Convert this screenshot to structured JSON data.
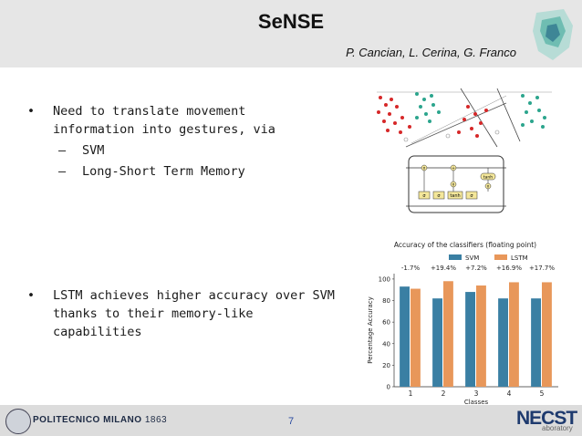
{
  "slide": {
    "title": "SeNSE",
    "authors": "P. Cancian, L. Cerina, G. Franco",
    "bullet1": "Need to translate movement information into gestures, via",
    "sub1": "SVM",
    "sub2": "Long-Short Term Memory",
    "bullet2": "LSTM achieves higher accuracy over SVM thanks to their memory-like capabilities",
    "page_number": "7"
  },
  "lstm_diagram": {
    "gates": [
      "σ",
      "σ",
      "tanh",
      "σ"
    ],
    "ops": [
      "x",
      "+",
      "x",
      "x",
      "tanh"
    ]
  },
  "footer": {
    "university": "POLITECNICO MILANO",
    "year": "1863",
    "lab_logo_main": "NECST",
    "lab_logo_sub": "aboratory"
  },
  "colors": {
    "header_bg": "#e6e6e6",
    "svm_color": "#3a7fa3",
    "lstm_color": "#e8975a",
    "red_points": "#d62728",
    "green_points": "#2ca58d"
  },
  "chart_data": {
    "type": "bar",
    "title": "Accuracy of the classifiers (floating point)",
    "xlabel": "Classes",
    "ylabel": "Percentage Accuracy",
    "categories": [
      "1",
      "2",
      "3",
      "4",
      "5"
    ],
    "series": [
      {
        "name": "SVM",
        "values": [
          93,
          82,
          88,
          82,
          82
        ]
      },
      {
        "name": "LSTM",
        "values": [
          91,
          98,
          94,
          97,
          97
        ]
      }
    ],
    "annotations": [
      "-1.7%",
      "+19.4%",
      "+7.2%",
      "+16.9%",
      "+17.7%"
    ],
    "yticks": [
      0,
      20,
      40,
      60,
      80,
      100
    ],
    "ylim": [
      0,
      105
    ],
    "legend_position": "top-right",
    "grid": false
  }
}
